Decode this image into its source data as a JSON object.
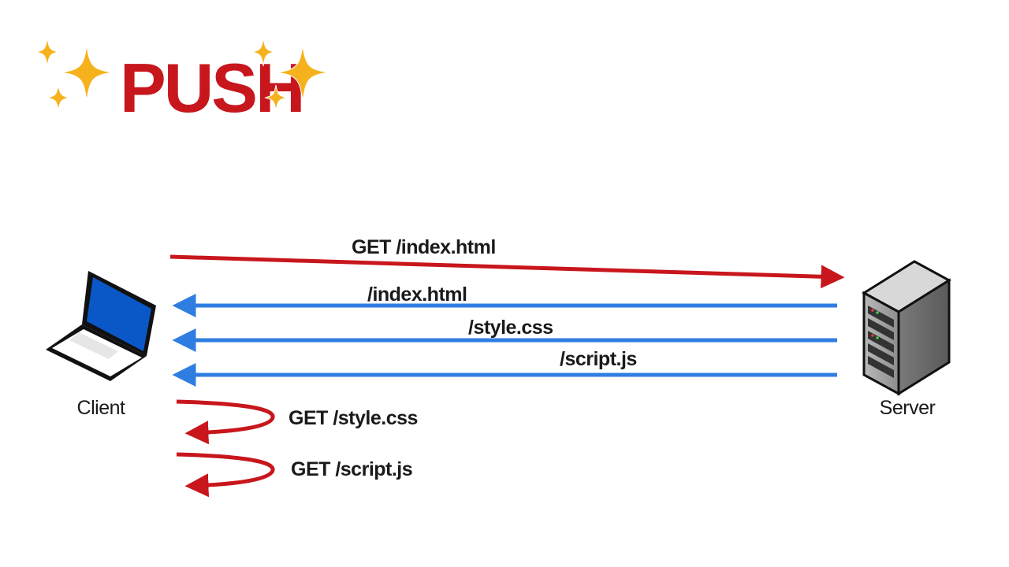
{
  "title": "PUSH",
  "colors": {
    "request": "#c8161d",
    "push": "#2f7de1",
    "title": "#c8161d",
    "sparkle": "#f6b21d",
    "text": "#1a1a1a",
    "laptop_screen": "#0a58c7",
    "server_body": "#9a9a9a"
  },
  "nodes": {
    "client": {
      "label": "Client",
      "icon": "laptop-icon"
    },
    "server": {
      "label": "Server",
      "icon": "server-icon"
    }
  },
  "messages": [
    {
      "label": "GET /index.html",
      "direction": "client-to-server",
      "type": "request"
    },
    {
      "label": "/index.html",
      "direction": "server-to-client",
      "type": "push"
    },
    {
      "label": "/style.css",
      "direction": "server-to-client",
      "type": "push"
    },
    {
      "label": "/script.js",
      "direction": "server-to-client",
      "type": "push"
    }
  ],
  "local_requests": [
    {
      "label": "GET /style.css",
      "type": "cache-hit-loop"
    },
    {
      "label": "GET /script.js",
      "type": "cache-hit-loop"
    }
  ]
}
